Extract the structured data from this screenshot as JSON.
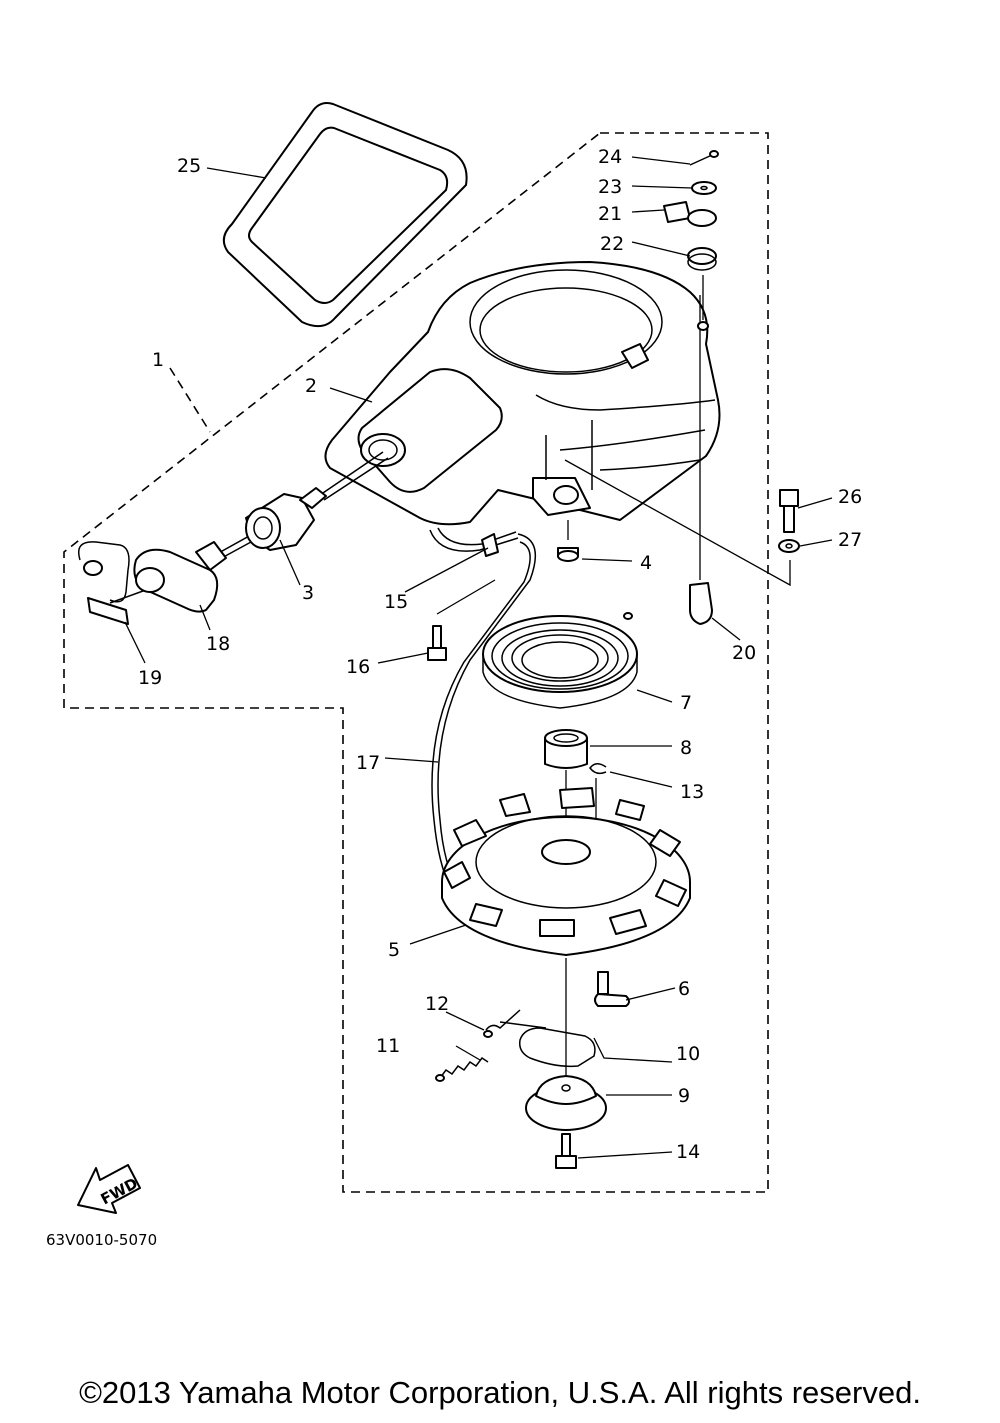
{
  "diagram": {
    "part_labels": [
      {
        "id": "1",
        "text": "1"
      },
      {
        "id": "2",
        "text": "2"
      },
      {
        "id": "3",
        "text": "3"
      },
      {
        "id": "4",
        "text": "4"
      },
      {
        "id": "5",
        "text": "5"
      },
      {
        "id": "6",
        "text": "6"
      },
      {
        "id": "7",
        "text": "7"
      },
      {
        "id": "8",
        "text": "8"
      },
      {
        "id": "9",
        "text": "9"
      },
      {
        "id": "10",
        "text": "10"
      },
      {
        "id": "11",
        "text": "11"
      },
      {
        "id": "12",
        "text": "12"
      },
      {
        "id": "13",
        "text": "13"
      },
      {
        "id": "14",
        "text": "14"
      },
      {
        "id": "15",
        "text": "15"
      },
      {
        "id": "16",
        "text": "16"
      },
      {
        "id": "17",
        "text": "17"
      },
      {
        "id": "18",
        "text": "18"
      },
      {
        "id": "19",
        "text": "19"
      },
      {
        "id": "20",
        "text": "20"
      },
      {
        "id": "21",
        "text": "21"
      },
      {
        "id": "22",
        "text": "22"
      },
      {
        "id": "23",
        "text": "23"
      },
      {
        "id": "24",
        "text": "24"
      },
      {
        "id": "25",
        "text": "25"
      },
      {
        "id": "26",
        "text": "26"
      },
      {
        "id": "27",
        "text": "27"
      }
    ],
    "direction_label": "FWD",
    "diagram_code": "63V0010-5070"
  },
  "footer": {
    "copyright": "©2013 Yamaha Motor Corporation, U.S.A. All rights reserved."
  },
  "colors": {
    "line": "#000000",
    "background": "#ffffff"
  }
}
